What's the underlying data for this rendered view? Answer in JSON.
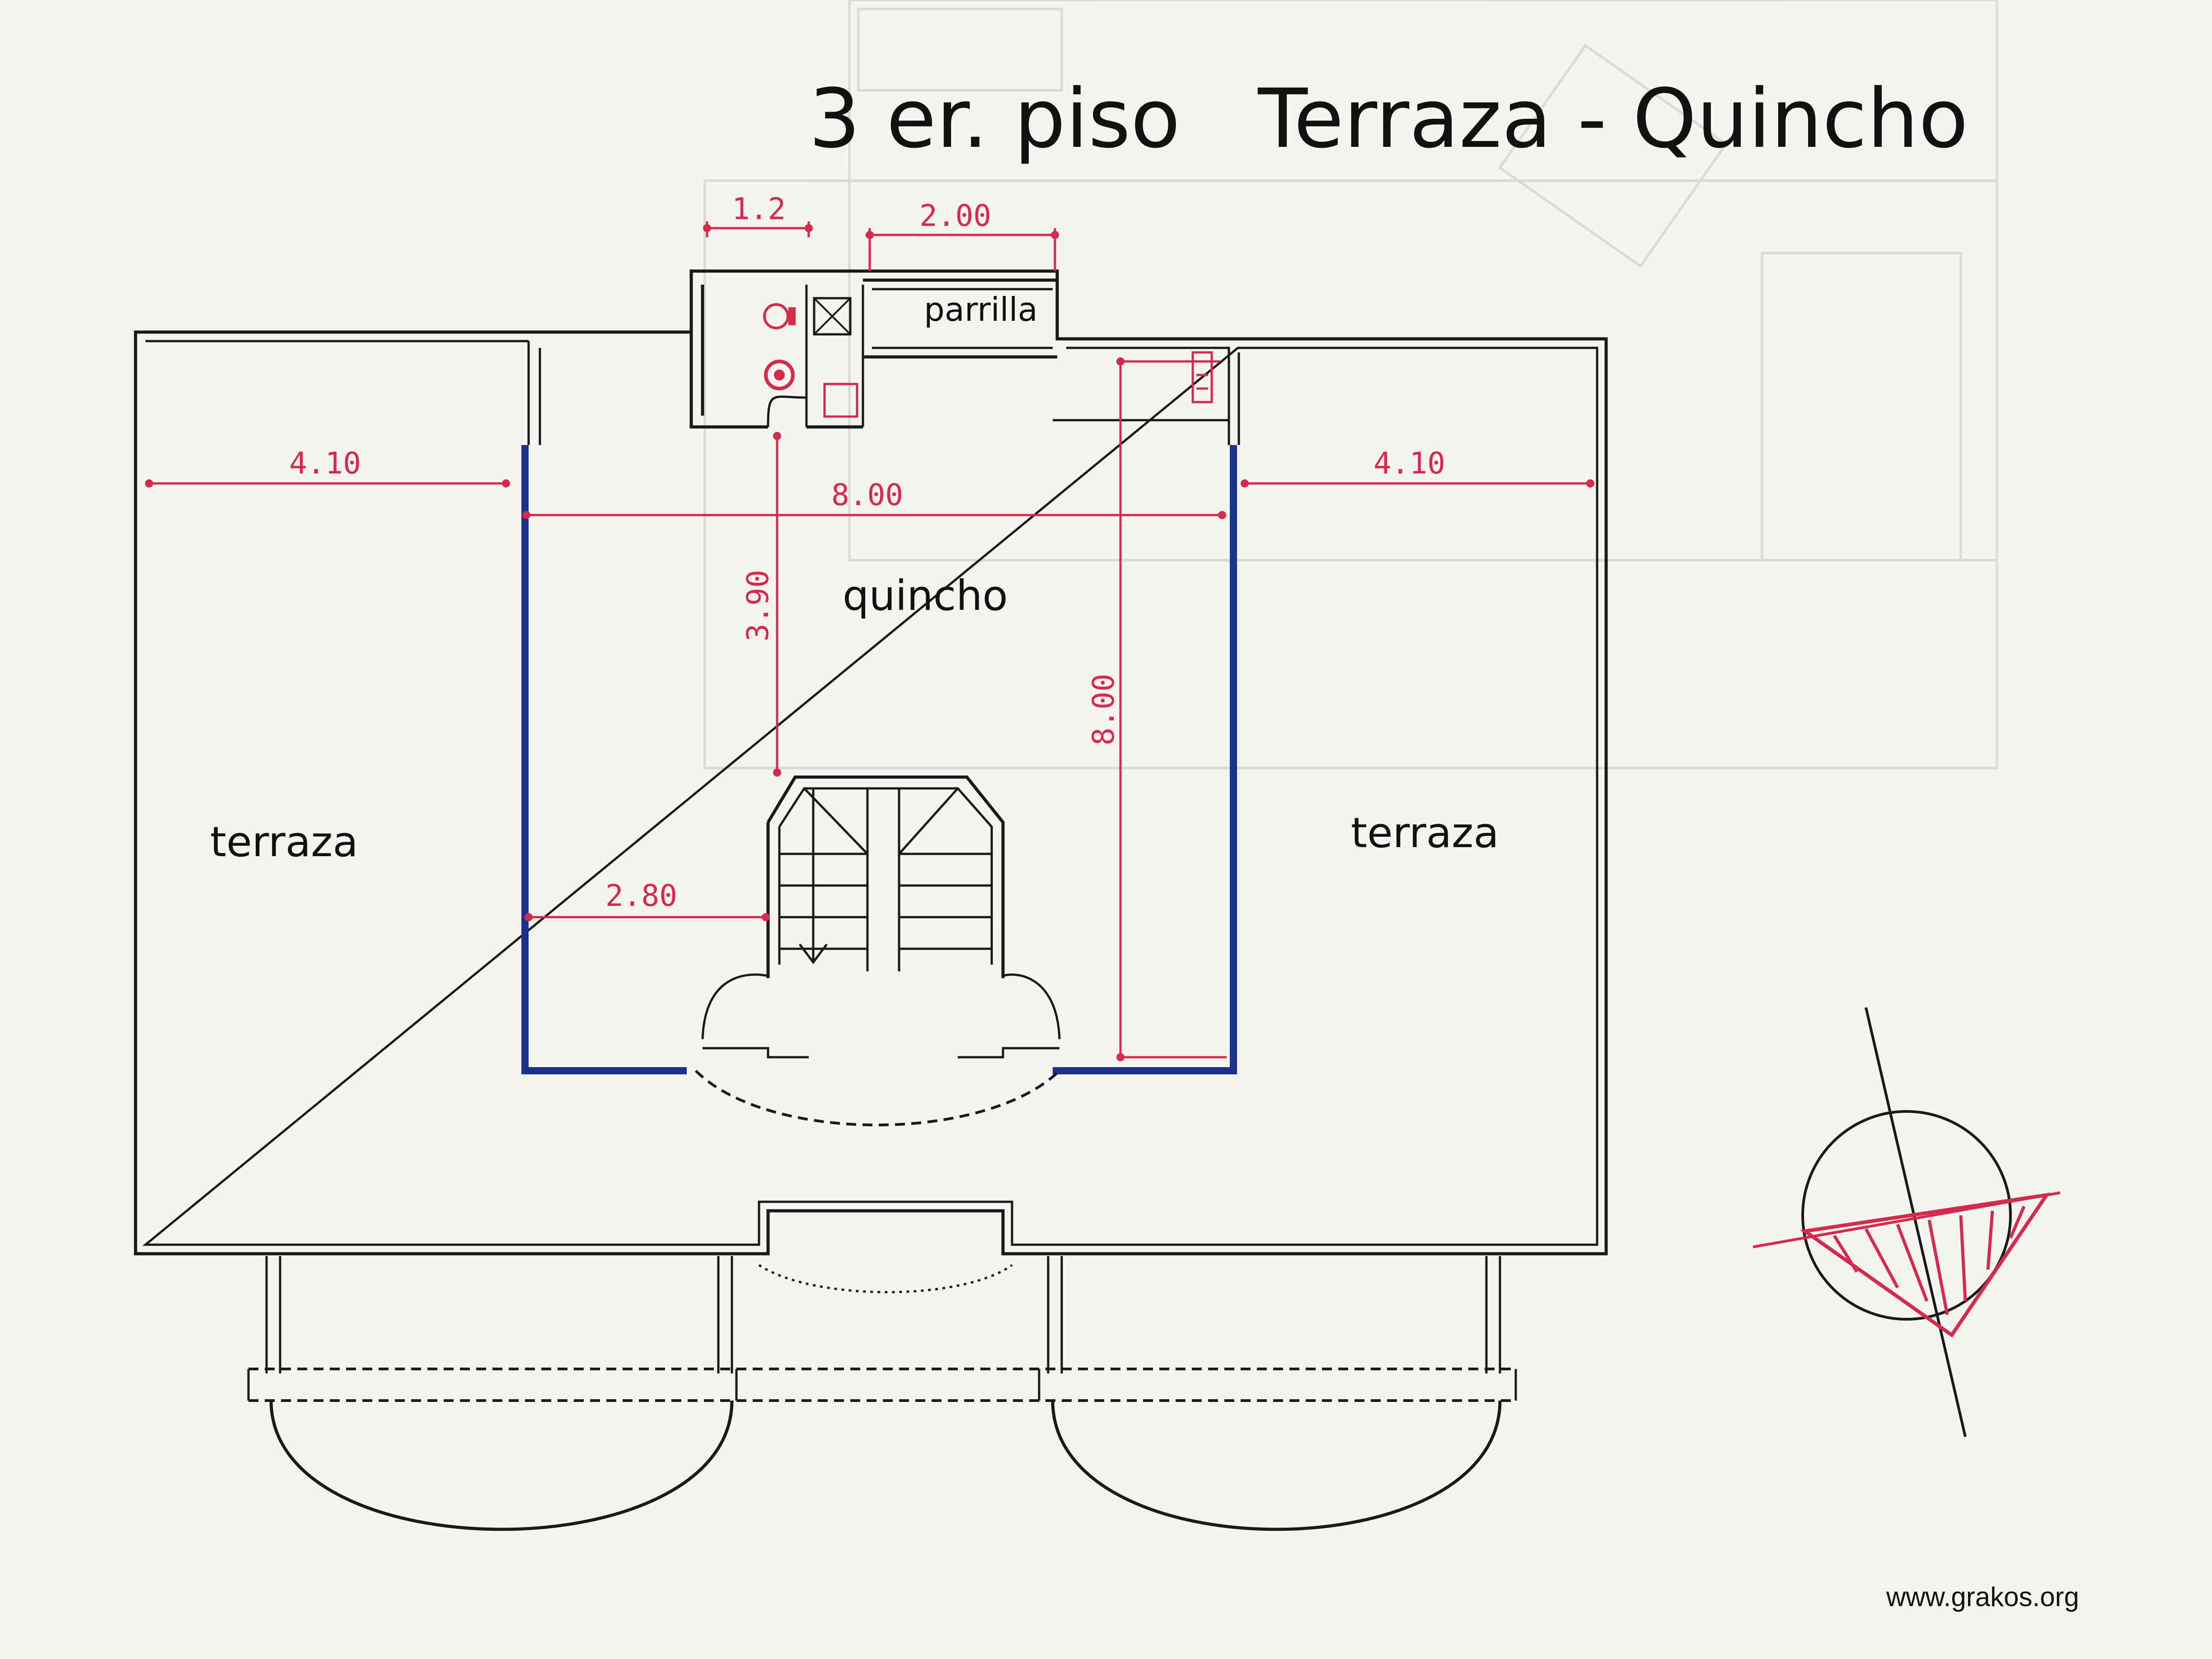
{
  "title": "3 er. piso   Terraza - Quincho",
  "rooms": {
    "terraza_left": "terraza",
    "terraza_right": "terraza",
    "quincho": "quincho",
    "parrilla": "parrilla"
  },
  "dimensions": {
    "bath_width": "1.2",
    "parrilla_width": "2.00",
    "left_terrace_width": "4.10",
    "right_terrace_width": "4.10",
    "quincho_width": "8.00",
    "quincho_depth": "3.90",
    "quincho_length": "8.00",
    "stair_offset": "2.80"
  },
  "credit": "www.grakos.org",
  "colors": {
    "walls": "#1a1a1a",
    "glazing": "#1f2f8c",
    "dimensions": "#d62a4c",
    "background": "#f4f4f1"
  },
  "icons": [
    "north-compass-icon",
    "toilet-icon",
    "sink-icon",
    "stair-icon",
    "shower-icon"
  ]
}
